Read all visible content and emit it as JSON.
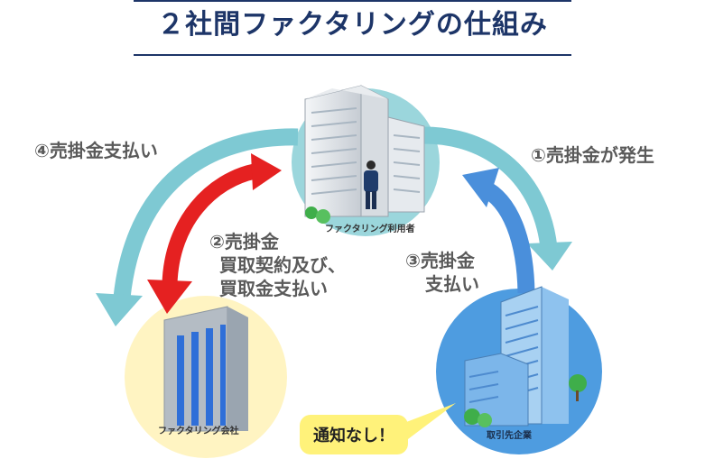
{
  "title": "２社間ファクタリングの仕組み",
  "steps": {
    "step1": "①売掛金が発生",
    "step2_line1": "②売掛金",
    "step2_line2": "買取契約及び、",
    "step2_line3": "買取金支払い",
    "step3_line1": "③売掛金",
    "step3_line2": "支払い",
    "step4": "④売掛金支払い"
  },
  "nodes": {
    "user": "ファクタリング利用者",
    "factoring_company": "ファクタリング会社",
    "client": "取引先企業"
  },
  "callout": "通知なし！",
  "colors": {
    "title": "#1d3568",
    "teal_arrow": "#7ec9d3",
    "red_arrow": "#e52121",
    "blue_arrow": "#4a8fdb",
    "user_circle": "#9bd6dc",
    "factoring_circle": "#fff4c2",
    "client_circle": "#4e9ce0",
    "callout": "#fff27a"
  }
}
